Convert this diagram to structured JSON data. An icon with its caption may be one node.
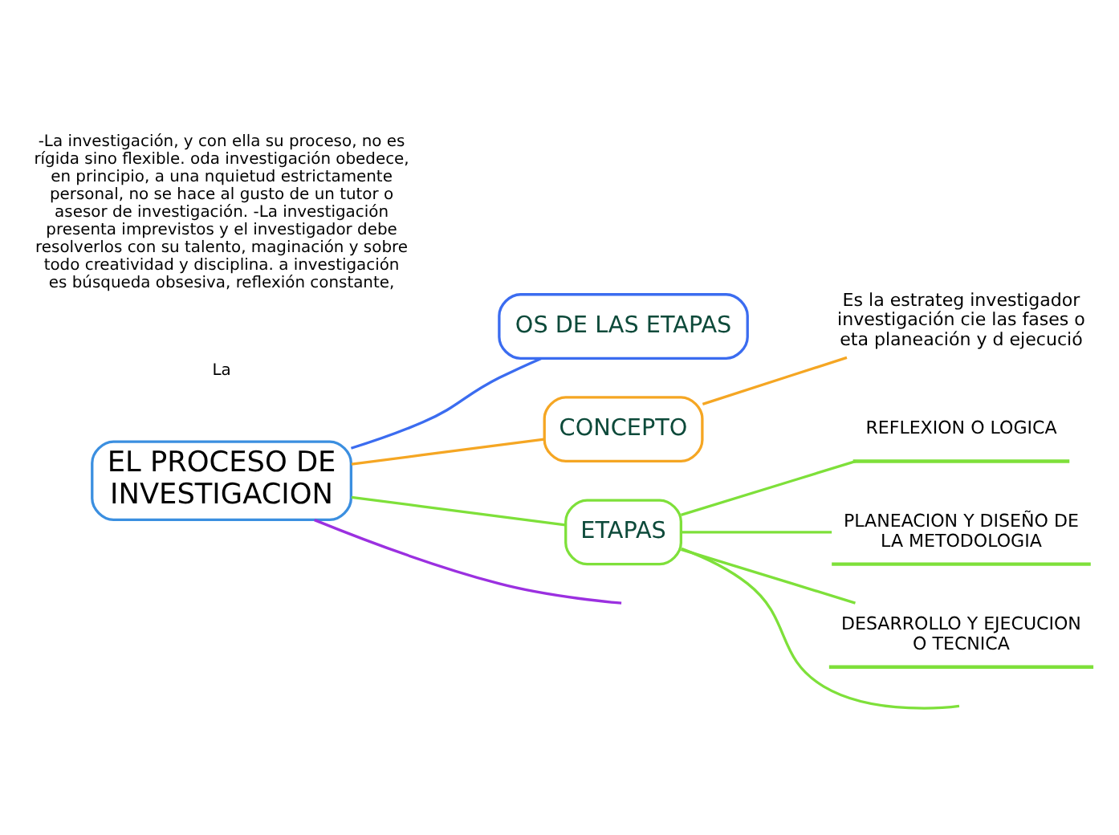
{
  "diagram": {
    "nodes": [
      {
        "text": [
          "EL PROCESO DE INVESTIGACION"
        ]
      },
      {
        "text": [
          "OS DE LAS ETAPAS"
        ]
      },
      {
        "text": [
          "CONCEPTO"
        ]
      },
      {
        "text": [
          "Es la estrateg investigador investigación cie las fases o eta planeación y d ejecució"
        ]
      },
      {
        "text": [
          "ETAPAS"
        ]
      },
      {
        "text": [
          "REFLEXION O LOGICA"
        ]
      },
      {
        "text": [
          "PLANEACION Y DISEÑO DE LA METODOLOGIA"
        ]
      },
      {
        "text": [
          "DESARROLLO Y EJECUCION O TECNICA"
        ]
      }
    ],
    "edges": [
      {
        "from": 0,
        "to": 1,
        "arrow": "none",
        "color": "#3b6cf0"
      },
      {
        "from": 0,
        "to": 2,
        "arrow": "none",
        "color": "#f5a623"
      },
      {
        "from": 2,
        "to": 3,
        "arrow": "none",
        "color": "#f5a623"
      },
      {
        "from": 0,
        "to": 4,
        "arrow": "none",
        "color": "#7ee03a"
      },
      {
        "from": 4,
        "to": 5,
        "arrow": "none",
        "color": "#7ee03a"
      },
      {
        "from": 4,
        "to": 6,
        "arrow": "none",
        "color": "#7ee03a"
      },
      {
        "from": 4,
        "to": 7,
        "arrow": "none",
        "color": "#7ee03a"
      },
      {
        "from": 4,
        "to": null,
        "arrow": "none",
        "color": "#7ee03a"
      },
      {
        "from": 0,
        "to": null,
        "arrow": "none",
        "color": "#9b30e0"
      }
    ],
    "labels": [
      "La",
      "-La investigación, y con ella su proceso, no es rígida sino flexible. oda investigación obedece, en principio, a una nquietud estrictamente personal, no se hace al gusto de un tutor o asesor de investigación. -La investigación presenta imprevistos y el investigador debe resolverlos con su talento, maginación y sobre todo creatividad y disciplina. a investigación es búsqueda obsesiva, reflexión constante,"
    ]
  }
}
